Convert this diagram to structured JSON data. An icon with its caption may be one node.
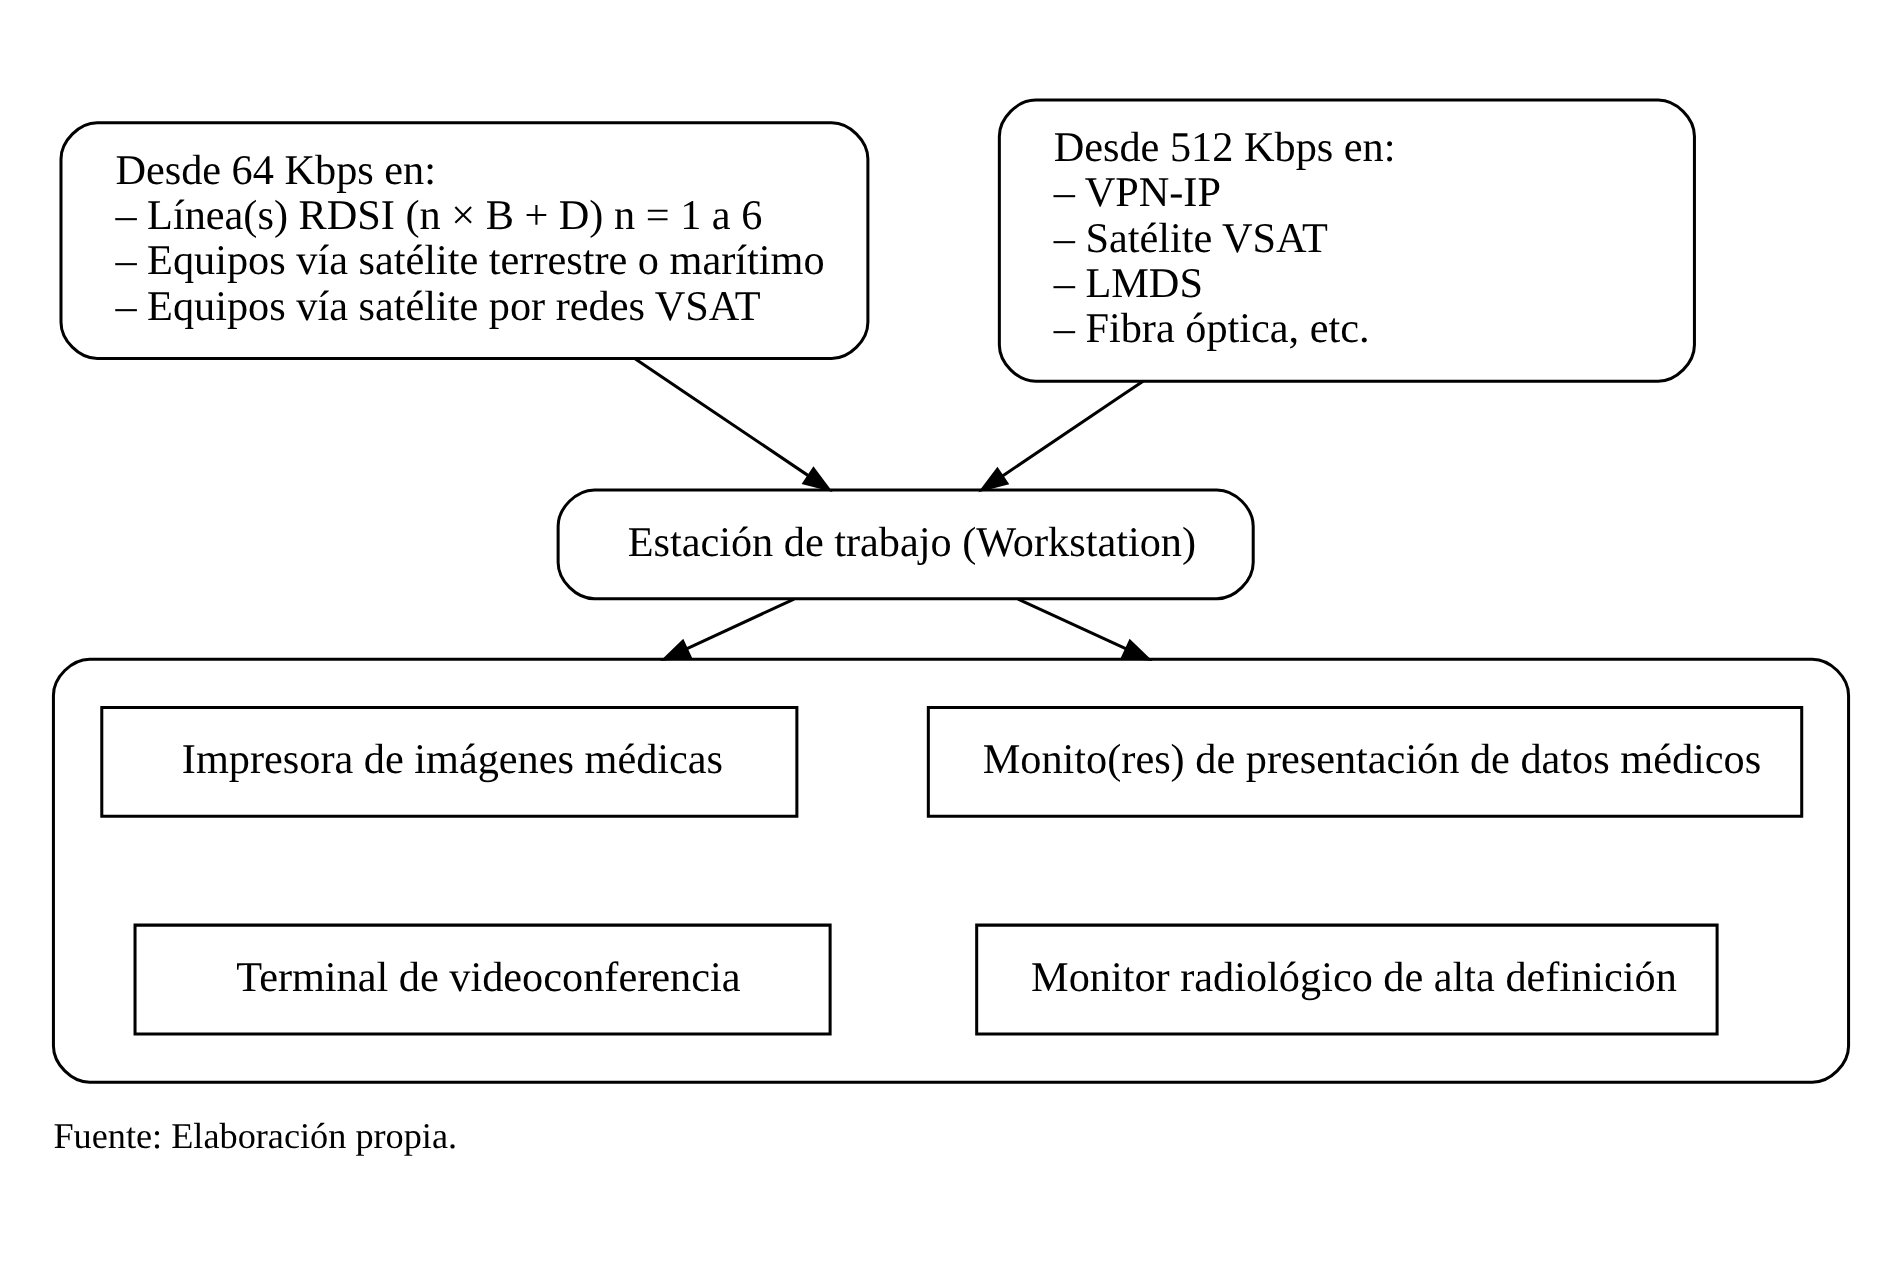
{
  "diagram": {
    "caption": "Fuente: Elaboración propia.",
    "nodes": [
      {
        "text": [
          "Desde 64 Kbps en:",
          "– Línea(s) RDSI (n × B + D) n = 1 a 6",
          "– Equipos vía satélite terrestre o marítimo",
          "– Equipos vía satélite por redes VSAT"
        ]
      },
      {
        "text": [
          "Desde 512 Kbps en:",
          "– VPN-IP",
          "– Satélite VSAT",
          "– LMDS",
          "– Fibra óptica, etc."
        ]
      },
      {
        "text": [
          "Estación de trabajo (Workstation)"
        ]
      },
      {
        "text": [],
        "shape": "box"
      },
      {
        "text": [
          "Impresora de imágenes médicas"
        ],
        "in": 3
      },
      {
        "text": [
          "Monito(res) de presentación de datos médicos"
        ],
        "in": 3
      },
      {
        "text": [
          "Terminal de videoconferencia"
        ],
        "in": 3
      },
      {
        "text": [
          "Monitor radiológico de alta definición"
        ],
        "in": 3
      }
    ],
    "edges": [
      {
        "from": 0,
        "to": 2,
        "arrow": "to"
      },
      {
        "from": 1,
        "to": 2,
        "arrow": "to"
      },
      {
        "from": 2,
        "to": 3,
        "arrow": "to"
      },
      {
        "from": 2,
        "to": 3,
        "arrow": "to"
      }
    ]
  }
}
